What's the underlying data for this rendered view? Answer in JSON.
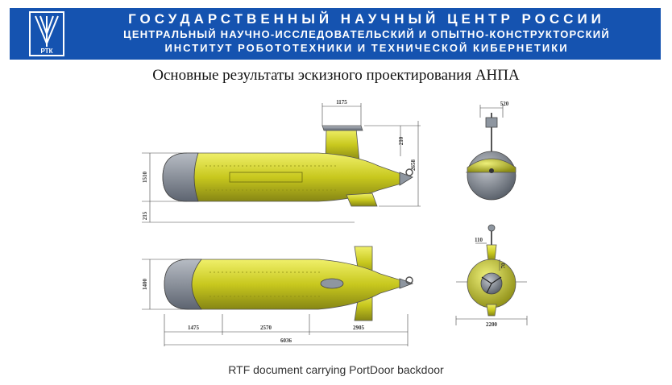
{
  "header": {
    "logo_text": "РТК",
    "line1": "ГОСУДАРСТВЕННЫЙ НАУЧНЫЙ ЦЕНТР РОССИИ",
    "line2": "ЦЕНТРАЛЬНЫЙ НАУЧНО-ИССЛЕДОВАТЕЛЬСКИЙ И ОПЫТНО-КОНСТРУКТОРСКИЙ",
    "line3": "ИНСТИТУТ РОБОТОТЕХНИКИ И ТЕХНИЧЕСКОЙ КИБЕРНЕТИКИ"
  },
  "slide_title": "Основные результаты эскизного проектирования АНПА",
  "dimensions": {
    "fin_width": "1175",
    "fin_height": "210",
    "total_height": "2658",
    "hull_height": "1510",
    "keel_height": "215",
    "body_width": "1400",
    "seg1": "1475",
    "seg2": "2570",
    "seg3": "2905",
    "total_length": "6036",
    "prop_width": "520",
    "front_gap": "110",
    "side_gap": "70",
    "span_width": "2200"
  },
  "colors": {
    "banner": "#1553b0",
    "hull": "#c8c81e",
    "dome": "#8c919b"
  },
  "caption": "RTF document carrying PortDoor backdoor"
}
